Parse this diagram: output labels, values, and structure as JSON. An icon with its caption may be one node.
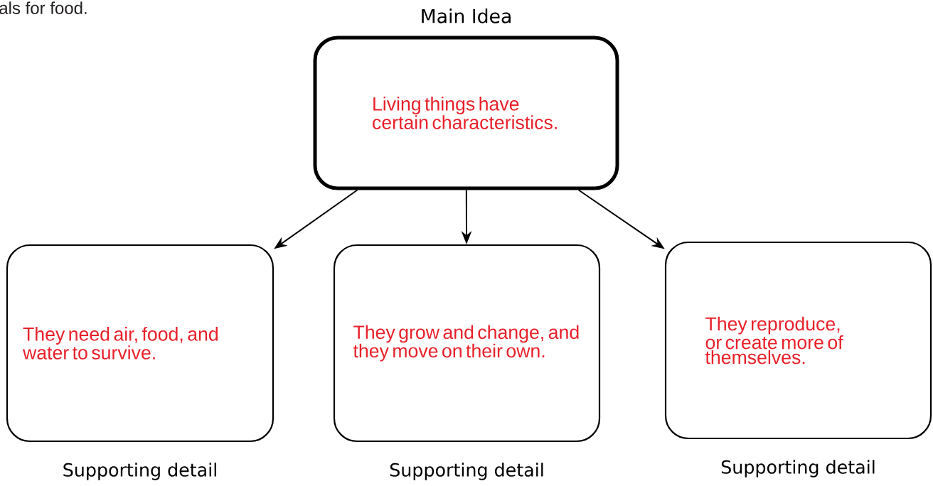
{
  "diagram": {
    "nodes": [
      {
        "text": [
          "Main Idea",
          "Living things have certain characteristics."
        ]
      },
      {
        "text": [
          "They need air, food, and water to survive."
        ],
        "beside": [
          "Supporting detail"
        ]
      },
      {
        "text": [
          "They grow and change, and they move on their own."
        ],
        "beside": [
          "Supporting detail"
        ]
      },
      {
        "text": [
          "They reproduce, or create more of themselves."
        ],
        "beside": [
          "Supporting detail"
        ]
      }
    ],
    "edges": [
      {
        "from": 0,
        "to": 1,
        "arrow": "to"
      },
      {
        "from": 0,
        "to": 2,
        "arrow": "to"
      },
      {
        "from": 0,
        "to": 3,
        "arrow": "to"
      }
    ],
    "labels": [
      "als for food."
    ]
  }
}
